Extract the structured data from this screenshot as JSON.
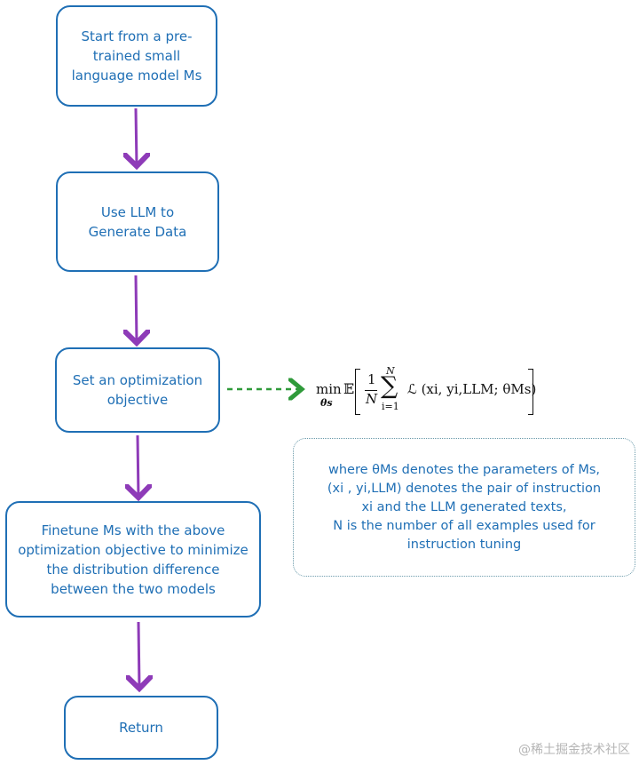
{
  "colors": {
    "box_border": "#1f6fb5",
    "text": "#1f6fb5",
    "flow_arrow": "#8e3bb8",
    "dashed_arrow": "#2f9a3a",
    "note_border": "#6a9aaa"
  },
  "nodes": [
    {
      "id": "start",
      "lines": [
        "Start from a pre-",
        "trained small",
        "language model Ms"
      ]
    },
    {
      "id": "generate",
      "lines": [
        "Use LLM to",
        "Generate Data"
      ]
    },
    {
      "id": "objective",
      "lines": [
        "Set an optimization",
        "objective"
      ]
    },
    {
      "id": "finetune",
      "lines": [
        "Finetune Ms with the above",
        "optimization objective to minimize",
        "the distribution difference",
        "between the two models"
      ]
    },
    {
      "id": "return",
      "lines": [
        "Return"
      ]
    }
  ],
  "formula": {
    "min": "min",
    "min_sub": "θs",
    "expectation": "𝔼",
    "frac_num": "1",
    "frac_den": "N",
    "sum_top": "N",
    "sum_bottom": "i=1",
    "loss": "ℒ (xi, yi,LLM; θMs)"
  },
  "note": {
    "lines": [
      "where θMs denotes the parameters of Ms,",
      "(xi , yi,LLM) denotes the pair of instruction",
      "xi and the LLM generated texts,",
      "N is the number of all examples used for",
      "instruction tuning"
    ]
  },
  "watermark": "@稀土掘金技术社区"
}
